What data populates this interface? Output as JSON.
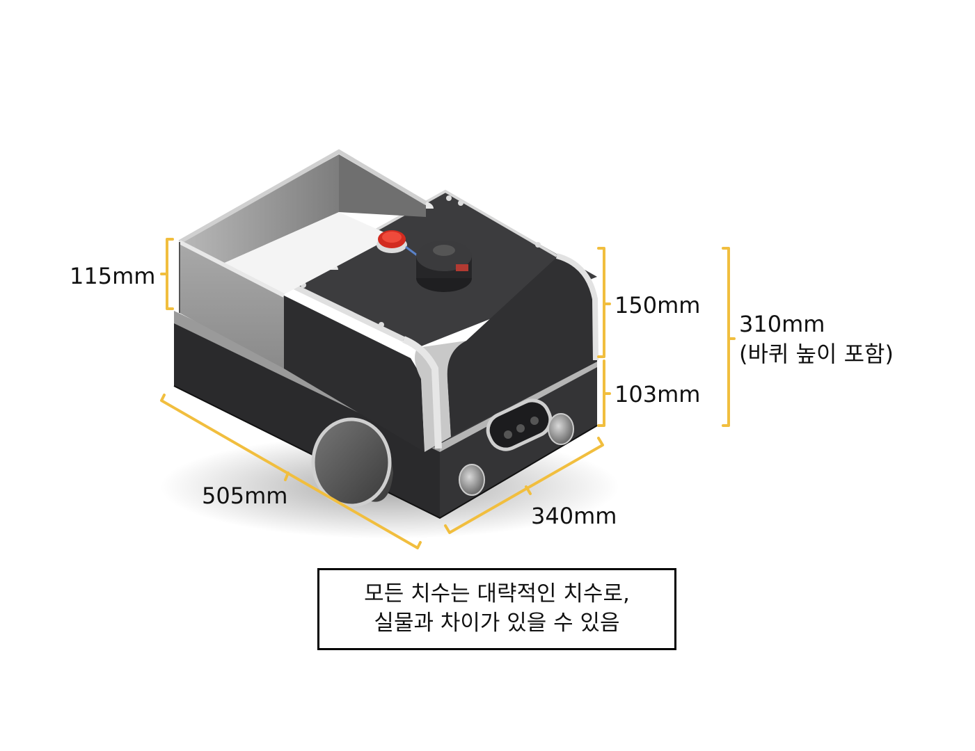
{
  "dimensions": {
    "bin_height": "115mm",
    "upper_body_height": "150mm",
    "lower_body_height": "103mm",
    "total_height": "310mm",
    "total_height_note": "(바퀴 높이 포함)",
    "length": "505mm",
    "width": "340mm"
  },
  "note": {
    "line1": "모든 치수는 대략적인 치수로,",
    "line2": "실물과 차이가 있을 수 있음"
  },
  "colors": {
    "dimension_bracket": "#F1BE3E",
    "body_dark": "#2b2b2d",
    "bin_grey": "#8e8e8e",
    "estop_red": "#d22b20"
  }
}
